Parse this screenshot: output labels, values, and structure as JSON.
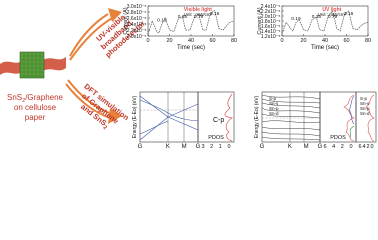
{
  "device": {
    "label_line1": "SnS",
    "label_sub": "2",
    "label_line1_rest": "/Graphene",
    "label_line2": "on cellulose",
    "label_line3": "paper"
  },
  "arrows": {
    "top_line1": "UV-visible",
    "top_line2": "broadband",
    "top_line3": "photodetector",
    "bottom_line1": "DFT simulation",
    "bottom_line2": "of Graphene",
    "bottom_line3_a": "and SnS",
    "bottom_line3_sub": "2"
  },
  "colors": {
    "red": "#c0392b",
    "orange": "#f08a3a",
    "device_green": "#4e9a3a",
    "plot_line": "#555555"
  },
  "chart_data": [
    {
      "type": "line",
      "title": "Visible light",
      "subtitle": "Unit : mW/cm²",
      "xlabel": "Time (sec)",
      "ylabel": "Current (A)",
      "xlim": [
        0,
        80
      ],
      "ylim": [
        2e-05,
        3e-05
      ],
      "yticks": [
        "3.0x10⁻⁵",
        "2.8x10⁻⁵",
        "2.6x10⁻⁵",
        "2.4x10⁻⁵",
        "2.2x10⁻⁵",
        "2.0x10⁻⁵"
      ],
      "xticks": [
        "0",
        "20",
        "40",
        "60",
        "80"
      ],
      "peak_labels": [
        "0.19",
        "0.35",
        "0.79",
        "3.16"
      ],
      "x": [
        0,
        4,
        8,
        10,
        13,
        16,
        20,
        24,
        28,
        32,
        35,
        39,
        43,
        47,
        51,
        54,
        58,
        62,
        66,
        70,
        72,
        76,
        80
      ],
      "y": [
        2.05e-05,
        2.5e-05,
        2.15e-05,
        2.1e-05,
        2.4e-05,
        2.6e-05,
        2.2e-05,
        2.15e-05,
        2.55e-05,
        2.65e-05,
        2.2e-05,
        2.2e-05,
        2.6e-05,
        2.75e-05,
        2.2e-05,
        2.2e-05,
        2.75e-05,
        2.85e-05,
        2.25e-05,
        2.2e-05,
        2.3e-05,
        2.45e-05,
        2.5e-05
      ]
    },
    {
      "type": "line",
      "title": "UV light",
      "subtitle": "Unit : mW/cm²",
      "xlabel": "Time (sec)",
      "ylabel": "Current (A)",
      "xlim": [
        0,
        80
      ],
      "ylim": [
        1.2e-05,
        2.4e-05
      ],
      "yticks": [
        "2.4x10⁻⁵",
        "2.2x10⁻⁵",
        "2.0x10⁻⁵",
        "1.8x10⁻⁵",
        "1.6x10⁻⁵",
        "1.4x10⁻⁵",
        "1.2x10⁻⁵"
      ],
      "xticks": [
        "0",
        "20",
        "40",
        "60",
        "80"
      ],
      "peak_labels": [
        "0.19",
        "0.35",
        "0.79",
        "3.16"
      ],
      "x": [
        0,
        4,
        8,
        10,
        13,
        16,
        20,
        24,
        28,
        32,
        35,
        39,
        43,
        47,
        51,
        54,
        58,
        62,
        66,
        70,
        72,
        76,
        80
      ],
      "y": [
        1.3e-05,
        1.75e-05,
        1.5e-05,
        1.4e-05,
        1.75e-05,
        1.85e-05,
        1.45e-05,
        1.4e-05,
        1.85e-05,
        1.95e-05,
        1.45e-05,
        1.4e-05,
        2e-05,
        2.2e-05,
        1.5e-05,
        1.4e-05,
        2.05e-05,
        2.2e-05,
        1.5e-05,
        1.45e-05,
        1.55e-05,
        1.7e-05,
        1.75e-05
      ]
    }
  ],
  "dft_panels": {
    "ylabel": "Energy (E-Eᴅ) (eV)",
    "pdos_label": "PDOS",
    "kpoints": [
      "G",
      "K",
      "M",
      "G"
    ],
    "graphene_pdos_ticks": [
      "3",
      "2",
      "1",
      "0"
    ],
    "sns2_pdos_ticks": [
      "6",
      "4",
      "2",
      "0"
    ],
    "graphene_legend": "C-p",
    "sns2_legend": [
      "S-p",
      "Sn-s",
      "Sn-p",
      "Sn-d"
    ],
    "sns2_legend_right": [
      "S-p",
      "Sn-s",
      "Sn-p",
      "Sn-d"
    ]
  }
}
